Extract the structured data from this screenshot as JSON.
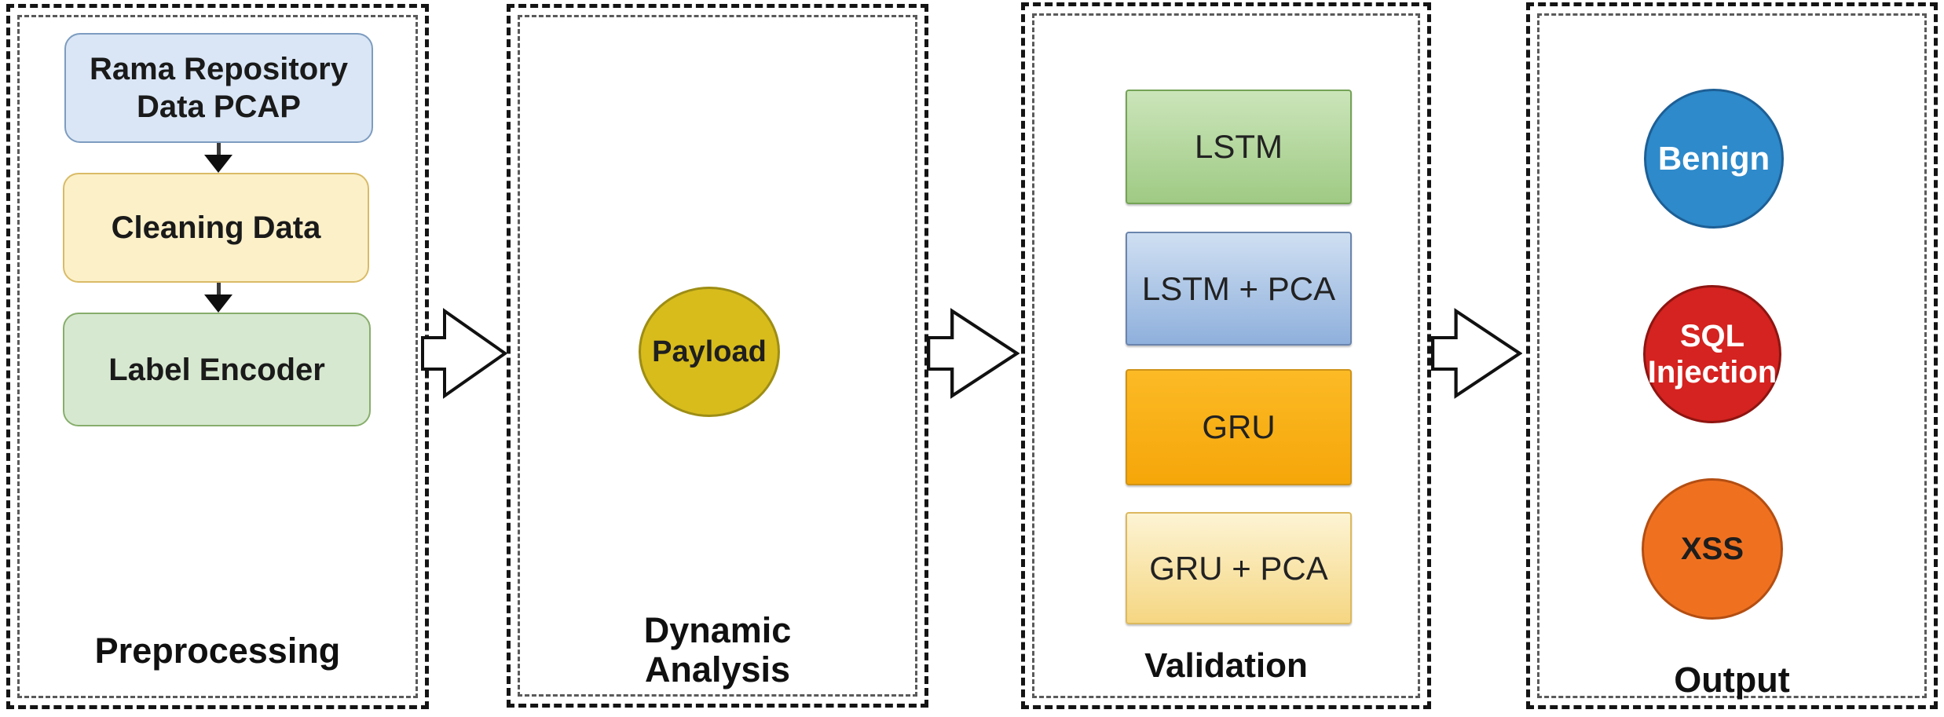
{
  "figure": {
    "type": "pipeline-flow-diagram",
    "direction": "left-to-right",
    "background": "#ffffff",
    "panel_border_color": "#141414",
    "panel_inner_border_color": "#5a5a5a"
  },
  "panels": [
    {
      "label": "Preprocessing",
      "nodes": [
        {
          "text": "Rama Repository Data PCAP",
          "shape": "rounded-rectangle",
          "fill": "#dae6f5",
          "border": "#7d9cc0",
          "text_color": "#1a1a1a"
        },
        {
          "text": "Cleaning Data",
          "shape": "rounded-rectangle",
          "fill": "#fcf0c8",
          "border": "#d9bb67",
          "text_color": "#1a1a1a"
        },
        {
          "text": "Label Encoder",
          "shape": "rounded-rectangle",
          "fill": "#d7e8d0",
          "border": "#87ae6c",
          "text_color": "#1a1a1a"
        }
      ],
      "connectors": [
        "down-arrow",
        "down-arrow"
      ]
    },
    {
      "label": "Dynamic Analysis",
      "nodes": [
        {
          "text": "Payload",
          "shape": "ellipse",
          "fill": "#d8bc1c",
          "border": "#9d8d14",
          "text_color": "#1f1f1f"
        }
      ]
    },
    {
      "label": "Validation",
      "nodes": [
        {
          "text": "LSTM",
          "shape": "rectangle",
          "fill": "linear-gradient(180deg,#cbe5ba,#9fca84)",
          "border": "#74a356",
          "text_color": "#222222"
        },
        {
          "text": "LSTM + PCA",
          "shape": "rectangle",
          "fill": "linear-gradient(180deg,#cfdff2,#8fb0dc)",
          "border": "#6a85ad",
          "text_color": "#222222"
        },
        {
          "text": "GRU",
          "shape": "rectangle",
          "fill": "linear-gradient(180deg,#fcba25,#f5a609)",
          "border": "#cf9317",
          "text_color": "#222222"
        },
        {
          "text": "GRU + PCA",
          "shape": "rectangle",
          "fill": "linear-gradient(180deg,#fdf4d4,#f5d682)",
          "border": "#dcb95e",
          "text_color": "#222222"
        }
      ]
    },
    {
      "label": "Output",
      "nodes": [
        {
          "text": "Benign",
          "shape": "circle",
          "fill": "#2e8aca",
          "border": "#1d5f96",
          "text_color": "#ffffff"
        },
        {
          "text": "SQL Injection",
          "shape": "circle",
          "fill": "#d42320",
          "border": "#8e1511",
          "text_color": "#ffffff"
        },
        {
          "text": "XSS",
          "shape": "circle",
          "fill": "#ef7120",
          "border": "#b34e12",
          "text_color": "#1d1d1d"
        }
      ]
    }
  ],
  "flow_arrows": {
    "count": 3,
    "style": "outlined-block-arrow",
    "fill": "#ffffff",
    "stroke": "#111111"
  }
}
